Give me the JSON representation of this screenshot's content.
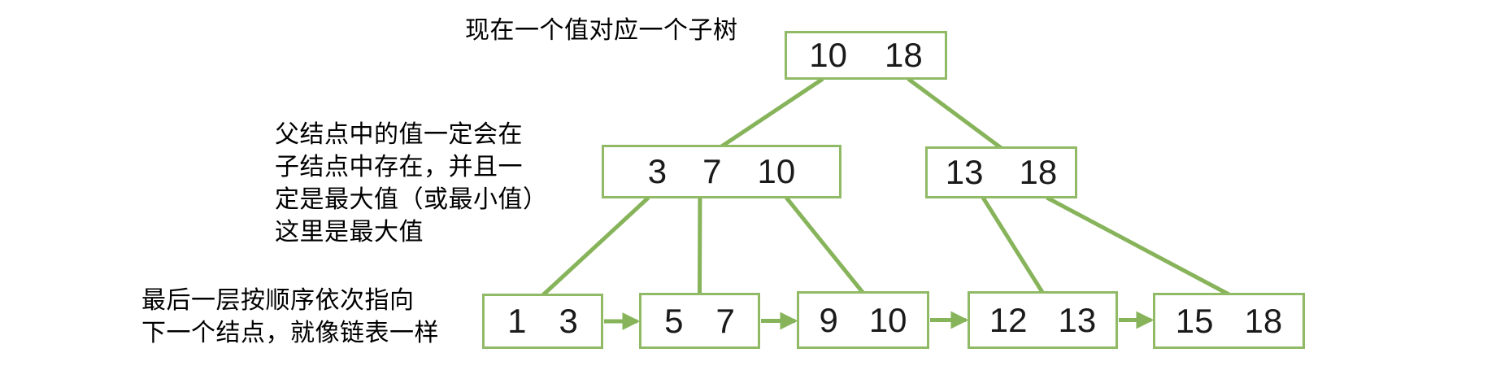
{
  "annotations": {
    "top_note": "现在一个值对应一个子树",
    "parent_note_lines": [
      "父结点中的值一定会在",
      "子结点中存在，并且一",
      "定是最大值（或最小值）",
      "这里是最大值"
    ],
    "leaf_note_lines": [
      "最后一层按顺序依次指向",
      "下一个结点，就像链表一样"
    ]
  },
  "colors": {
    "line_green": "#87b45a",
    "border_green": "#90ba66",
    "text_black": "#1a1a1a"
  },
  "nodes": {
    "root": {
      "values": [
        "10",
        "18"
      ]
    },
    "branch_left": {
      "values": [
        "3",
        "7",
        "10"
      ]
    },
    "branch_right": {
      "values": [
        "13",
        "18"
      ]
    },
    "leaf_1": {
      "values": [
        "1",
        "3"
      ]
    },
    "leaf_2": {
      "values": [
        "5",
        "7"
      ]
    },
    "leaf_3": {
      "values": [
        "9",
        "10"
      ]
    },
    "leaf_4": {
      "values": [
        "12",
        "13"
      ]
    },
    "leaf_5": {
      "values": [
        "15",
        "18"
      ]
    }
  },
  "edges": [
    {
      "from": "root",
      "from_frac": 0.235,
      "to": "branch_left"
    },
    {
      "from": "root",
      "from_frac": 0.76,
      "to": "branch_right"
    },
    {
      "from": "branch_left",
      "from_frac": 0.195,
      "to": "leaf_1"
    },
    {
      "from": "branch_left",
      "from_frac": 0.41,
      "to": "leaf_2"
    },
    {
      "from": "branch_left",
      "from_frac": 0.77,
      "to": "leaf_3"
    },
    {
      "from": "branch_right",
      "from_frac": 0.38,
      "to": "leaf_4"
    },
    {
      "from": "branch_right",
      "from_frac": 0.8,
      "to": "leaf_5"
    }
  ],
  "link_arrows": [
    {
      "from": "leaf_1",
      "to": "leaf_2"
    },
    {
      "from": "leaf_2",
      "to": "leaf_3"
    },
    {
      "from": "leaf_3",
      "to": "leaf_4"
    },
    {
      "from": "leaf_4",
      "to": "leaf_5"
    }
  ]
}
